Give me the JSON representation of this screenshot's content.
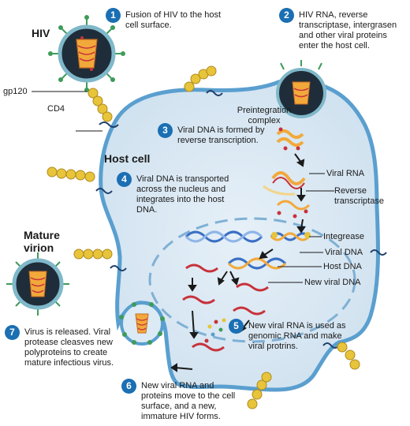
{
  "labels": {
    "hiv": "HIV",
    "gp120": "gp120",
    "cd4": "CD4",
    "host_cell": "Host cell",
    "mature_virion": "Mature virion",
    "preintegration_complex": "Preintegration complex",
    "viral_rna": "Viral RNA",
    "reverse_transcriptase": "Reverse transcriptase",
    "integrase": "Integrease",
    "viral_dna": "Viral DNA",
    "host_dna": "Host DNA",
    "new_viral_dna": "New viral DNA"
  },
  "steps": [
    {
      "num": "1",
      "text": "Fusion of HIV to the host cell surface."
    },
    {
      "num": "2",
      "text": "HIV RNA, reverse transcriptase, intergrasen and other viral proteins enter the host cell."
    },
    {
      "num": "3",
      "text": "Viral DNA is formed by reverse transcription."
    },
    {
      "num": "4",
      "text": "Viral DNA is transported across the nucleus and integrates into the host DNA."
    },
    {
      "num": "5",
      "text": "New viral RNA is used as genomic RNA and make viral protrins."
    },
    {
      "num": "6",
      "text": "New viral RNA and proteins move to the cell surface, and a new, immature HIV forms."
    },
    {
      "num": "7",
      "text": "Virus is released. Viral protease cleasves new polyproteins to create mature infectious virus."
    }
  ],
  "colors": {
    "badge": "#1b6fb3",
    "cell_fill": "#dbeaf4",
    "cell_membrane": "#5a9fcf",
    "nucleus_outline": "#7fb0d4",
    "virus_envelope": "#2e6f7a",
    "gp120_spike": "#3f9b5a",
    "cd4_receptor": "#e7c43a",
    "capsid": "#f2a93b",
    "rna": "#c8323b",
    "dna": "#3b6fc4"
  }
}
